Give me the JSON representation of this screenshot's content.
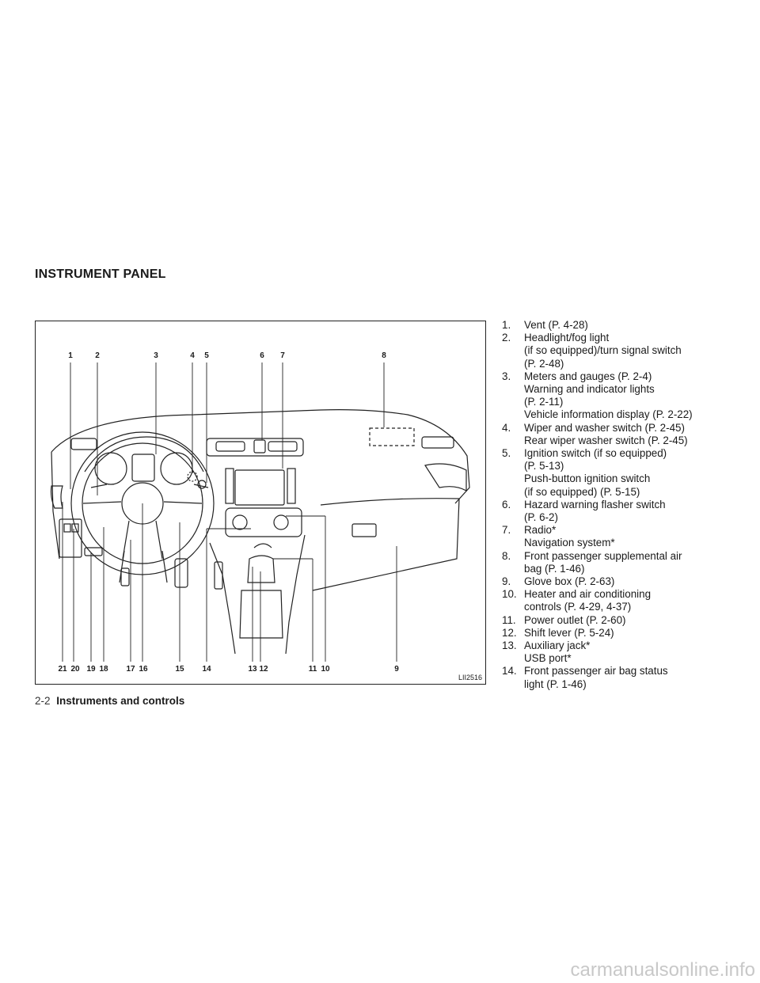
{
  "section_title": "INSTRUMENT PANEL",
  "figure": {
    "id": "LII2516",
    "top_callouts": [
      "1",
      "2",
      "3",
      "4",
      "5",
      "6",
      "7",
      "8"
    ],
    "bottom_callouts": [
      "21",
      "20",
      "19",
      "18",
      "17",
      "16",
      "15",
      "14",
      "13",
      "12",
      "11",
      "10",
      "9"
    ]
  },
  "items": [
    {
      "num": "1.",
      "lines": [
        "Vent (P. 4-28)"
      ]
    },
    {
      "num": "2.",
      "lines": [
        "Headlight/fog light",
        "(if so equipped)/turn signal switch",
        "(P. 2-48)"
      ]
    },
    {
      "num": "3.",
      "lines": [
        "Meters and gauges (P. 2-4)",
        "Warning and indicator lights",
        "(P. 2-11)",
        "Vehicle information display (P. 2-22)"
      ]
    },
    {
      "num": "4.",
      "lines": [
        "Wiper and washer switch (P. 2-45)",
        "Rear wiper washer switch (P. 2-45)"
      ]
    },
    {
      "num": "5.",
      "lines": [
        "Ignition switch (if so equipped)",
        "(P. 5-13)",
        "Push-button ignition switch",
        "(if so equipped) (P. 5-15)"
      ]
    },
    {
      "num": "6.",
      "lines": [
        "Hazard warning flasher switch",
        "(P. 6-2)"
      ]
    },
    {
      "num": "7.",
      "lines": [
        "Radio*",
        "Navigation system*"
      ]
    },
    {
      "num": "8.",
      "lines": [
        "Front passenger supplemental air",
        "bag (P. 1-46)"
      ]
    },
    {
      "num": "9.",
      "lines": [
        "Glove box (P. 2-63)"
      ]
    },
    {
      "num": "10.",
      "lines": [
        "Heater and air conditioning",
        "controls (P. 4-29, 4-37)"
      ]
    },
    {
      "num": "11.",
      "lines": [
        "Power outlet (P. 2-60)"
      ]
    },
    {
      "num": "12.",
      "lines": [
        "Shift lever (P. 5-24)"
      ]
    },
    {
      "num": "13.",
      "lines": [
        "Auxiliary jack*",
        "USB port*"
      ]
    },
    {
      "num": "14.",
      "lines": [
        "Front passenger air bag status",
        "light (P. 1-46)"
      ]
    }
  ],
  "footer": {
    "page": "2-2",
    "section": "Instruments and controls"
  },
  "watermark": "carmanualsonline.info"
}
